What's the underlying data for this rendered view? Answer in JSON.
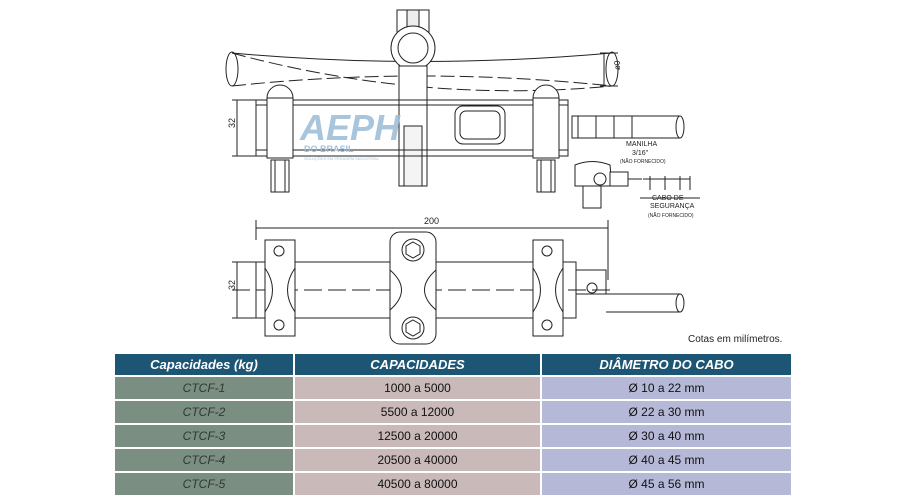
{
  "drawing": {
    "dim_32_top": "32",
    "dim_32_bottom": "32",
    "dim_200": "200",
    "dim_phi": "ø0",
    "manilha_label": "MANILHA",
    "manilha_size": "3/16\"",
    "manilha_note": "(NÃO FORNECIDO)",
    "cabo_label_1": "CABO DE",
    "cabo_label_2": "SEGURANÇA",
    "cabo_note": "(NÃO FORNECIDO)"
  },
  "logo": {
    "text": "AEPH",
    "sub": "DO BRASIL",
    "tagline": "SOLUÇÕES EM PESAGEM INDUSTRIAL"
  },
  "note": {
    "units": "Cotas em milímetros."
  },
  "table": {
    "headers": [
      "Capacidades (kg)",
      "CAPACIDADES",
      "DIÂMETRO DO CABO"
    ],
    "rows": [
      {
        "model": "CTCF-1",
        "capacity": "1000 a 5000",
        "diameter": "Ø 10 a 22 mm"
      },
      {
        "model": "CTCF-2",
        "capacity": "5500 a 12000",
        "diameter": "Ø 22 a 30 mm"
      },
      {
        "model": "CTCF-3",
        "capacity": "12500 a 20000",
        "diameter": "Ø 30 a 40 mm"
      },
      {
        "model": "CTCF-4",
        "capacity": "20500 a 40000",
        "diameter": "Ø 40 a 45 mm"
      },
      {
        "model": "CTCF-5",
        "capacity": "40500 a 80000",
        "diameter": "Ø 45 a 56 mm"
      }
    ]
  }
}
